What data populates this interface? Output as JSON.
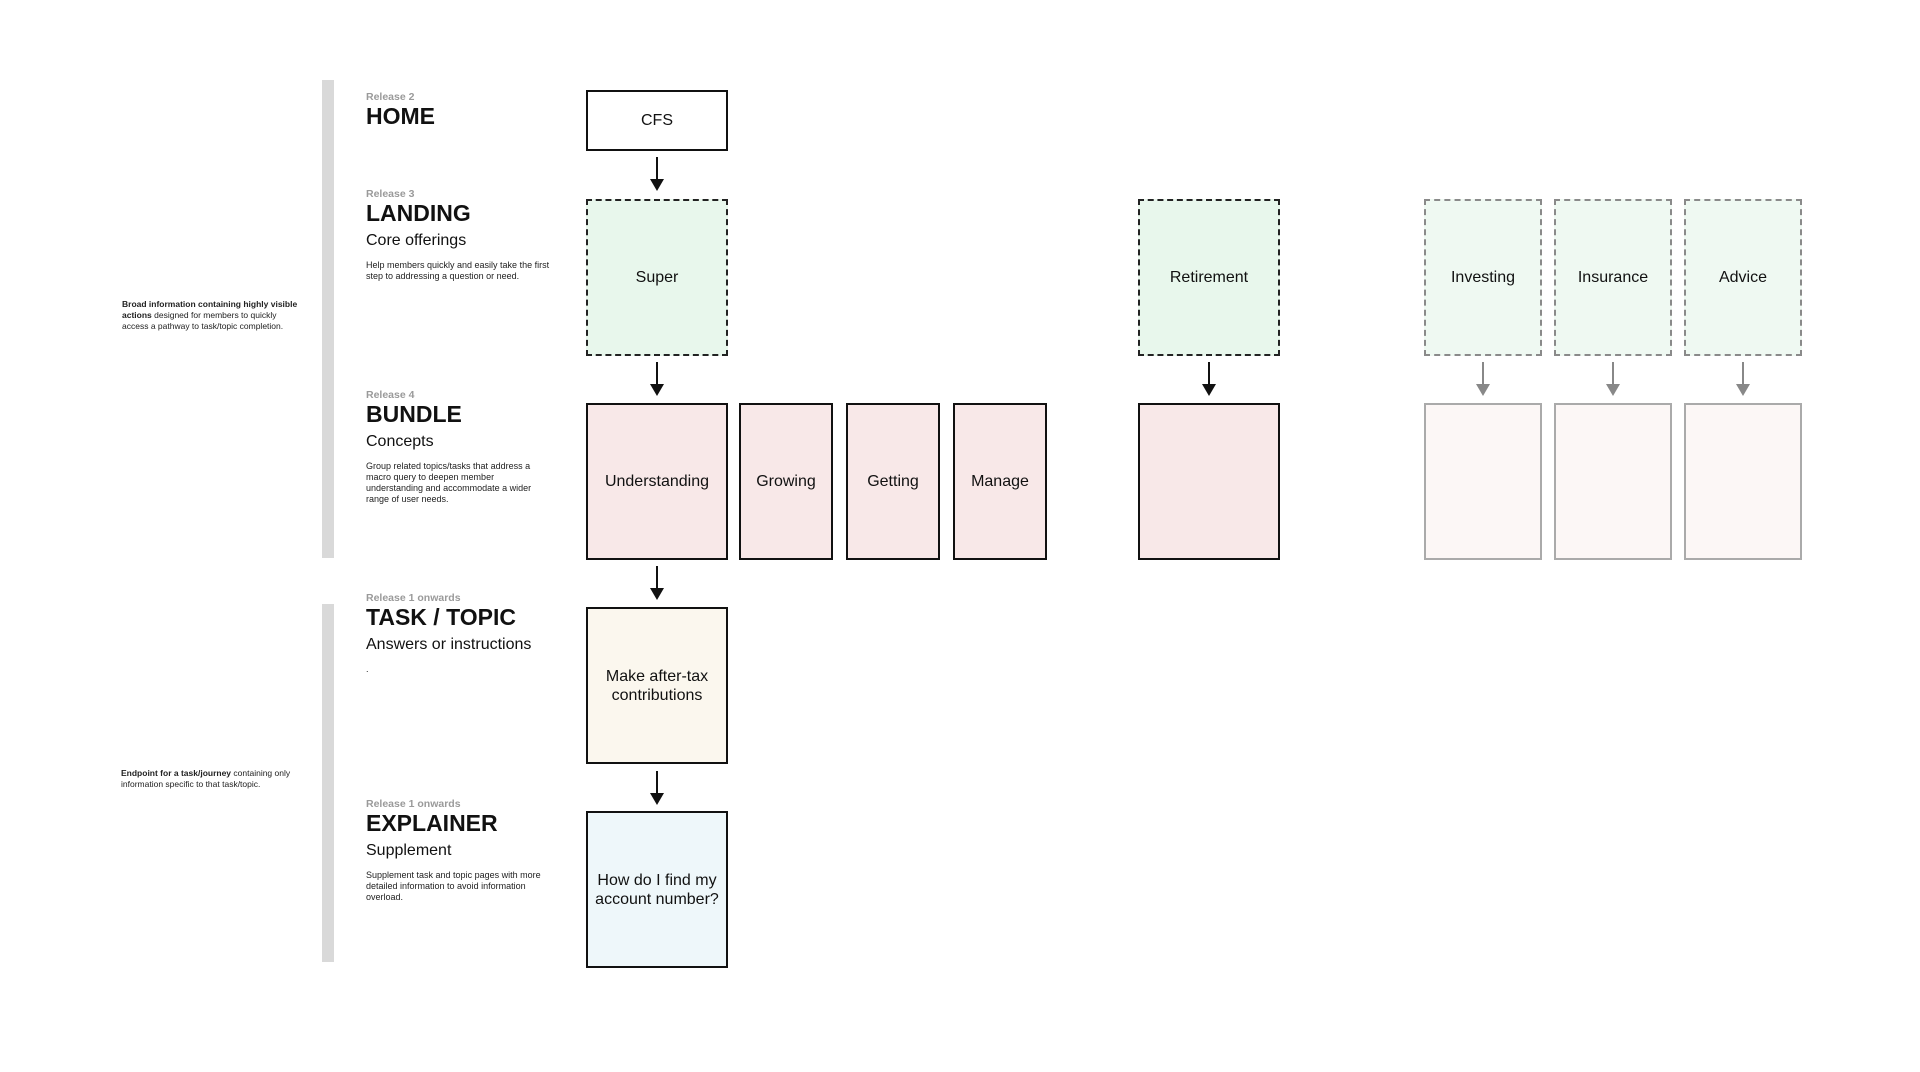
{
  "notes": {
    "broad": {
      "bold": "Broad information containing highly visible actions",
      "rest": " designed for members to quickly access a pathway to task/topic completion."
    },
    "endpoint": {
      "bold": "Endpoint for a task/journey",
      "rest": " containing only information specific to that task/topic."
    }
  },
  "levels": {
    "home": {
      "release": "Release 2",
      "name": "HOME"
    },
    "landing": {
      "release": "Release 3",
      "name": "LANDING",
      "sub": "Core offerings",
      "desc": "Help members quickly and easily take the first step to addressing a question or need."
    },
    "bundle": {
      "release": "Release 4",
      "name": "BUNDLE",
      "sub": "Concepts",
      "desc": "Group related topics/tasks that address a macro query to deepen member understanding and accommodate a wider range of user needs."
    },
    "task": {
      "release": "Release 1 onwards",
      "name": "TASK / TOPIC",
      "sub": "Answers or instructions",
      "desc": "."
    },
    "explainer": {
      "release": "Release 1 onwards",
      "name": "EXPLAINER",
      "sub": "Supplement",
      "desc": "Supplement task and topic pages with more detailed information to avoid information overload."
    }
  },
  "boxes": {
    "cfs": "CFS",
    "super": "Super",
    "retirement": "Retirement",
    "investing": "Investing",
    "insurance": "Insurance",
    "advice": "Advice",
    "understanding": "Understanding",
    "growing": "Growing",
    "getting": "Getting",
    "manage": "Manage",
    "task": "Make after-tax contributions",
    "explainer": "How do I find my account number?"
  },
  "colors": {
    "landing_fill": "#e8f7ec",
    "landing_fill_light": "#eff9f2",
    "bundle_fill": "#f8e8e8",
    "bundle_fill_light": "#fcf7f6",
    "task_fill": "#fbf7ee",
    "explainer_fill": "#eef7fa"
  }
}
